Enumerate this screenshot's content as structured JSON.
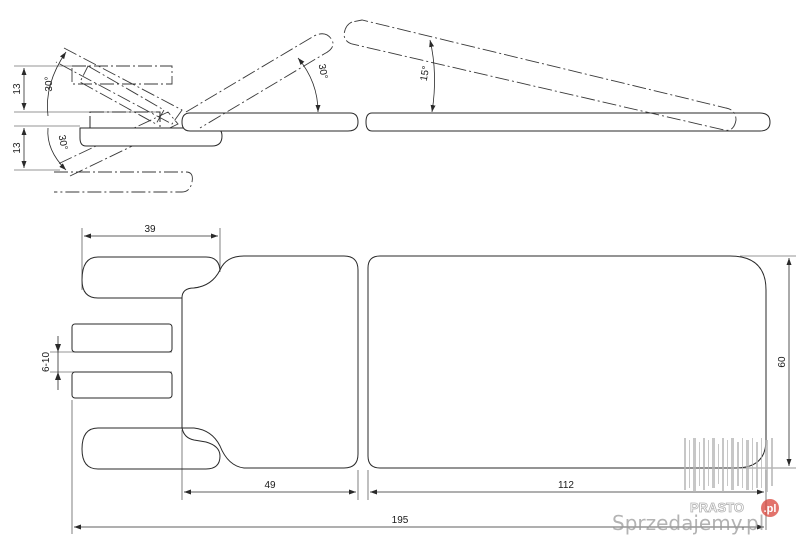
{
  "side_view": {
    "height_top": "13",
    "height_bottom": "13",
    "angle_head_up": "30°",
    "angle_head_down": "30°",
    "angle_back": "30°",
    "angle_leg": "15°"
  },
  "top_view": {
    "dim_armrest_width": "39",
    "dim_gap": "6-10",
    "dim_head_section": "49",
    "dim_main_section": "112",
    "dim_total_length": "195",
    "dim_width": "60"
  },
  "watermark": {
    "logo_text": "PRASTO",
    "logo_domain": ".pl",
    "site_text": "Sprzedajemy.pl"
  }
}
